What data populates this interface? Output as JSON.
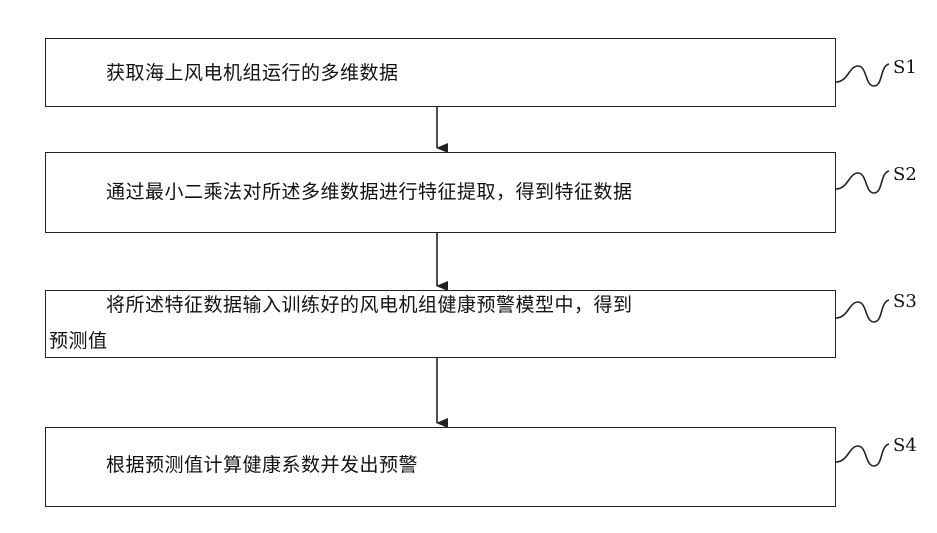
{
  "steps": [
    {
      "label": "S1",
      "text": "获取海上风电机组运行的多维数据"
    },
    {
      "label": "S2",
      "text": "通过最小二乘法对所述多维数据进行特征提取，得到特征数据"
    },
    {
      "label": "S3",
      "text_line1": "将所述特征数据输入训练好的风电机组健康预警模型中，得到",
      "text_line2": "预测值"
    },
    {
      "label": "S4",
      "text": "根据预测值计算健康系数并发出预警"
    }
  ]
}
